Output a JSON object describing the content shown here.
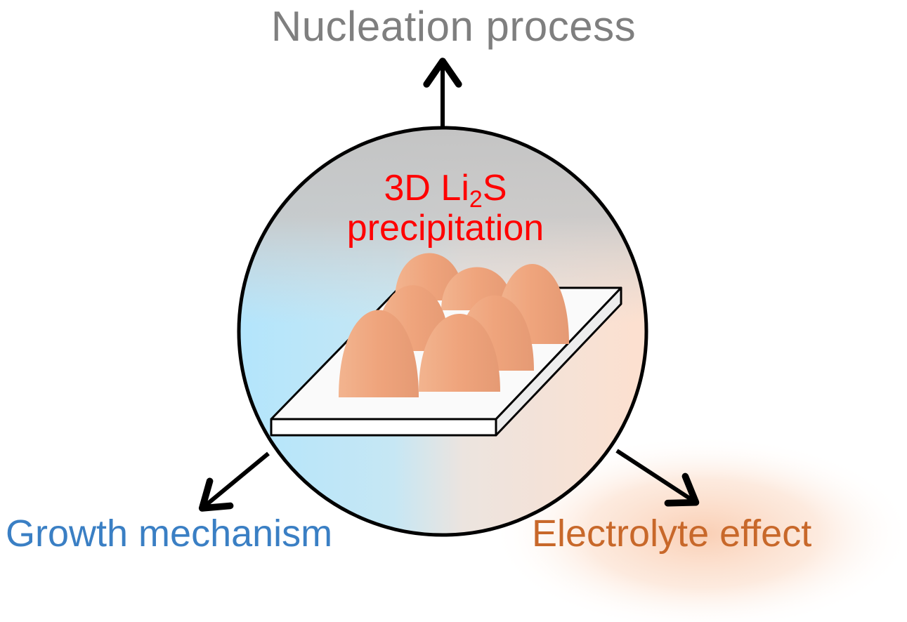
{
  "labels": {
    "top": "Nucleation process",
    "left": "Growth mechanism",
    "right": "Electrolyte effect"
  },
  "center": {
    "line1_pre": "3D Li",
    "line1_sub": "2",
    "line1_post": "S",
    "line2": "precipitation"
  },
  "colors": {
    "top_label": "#7f7f7f",
    "left_label": "#3a7fc4",
    "right_label": "#c8682a",
    "center_text": "#ff0000",
    "arrow": "#000000",
    "dome": "#efa57d",
    "substrate": "#ffffff",
    "circle_left": "#b6e6fb",
    "circle_right": "#fbe1d2",
    "circle_top": "#c6c6c6"
  }
}
